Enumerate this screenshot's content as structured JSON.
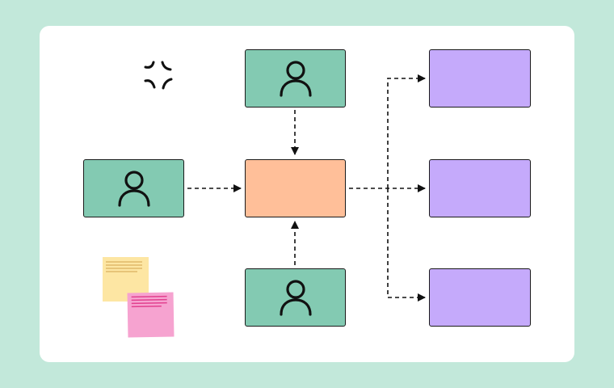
{
  "colors": {
    "background": "#c2e8da",
    "card": "#ffffff",
    "person_node": "#83cab2",
    "center_node": "#ffbf99",
    "output_node": "#c5aafb",
    "sticky_yellow": "#fde6a3",
    "sticky_yellow_lines": "#e0b96b",
    "sticky_pink": "#f6a3d0",
    "sticky_pink_lines": "#e2408f",
    "ink": "#111111"
  },
  "icons": {
    "person": "person-icon",
    "frustration": "frustration-burst-icon"
  },
  "nodes": [
    {
      "id": "top-person",
      "kind": "person"
    },
    {
      "id": "left-person",
      "kind": "person"
    },
    {
      "id": "bottom-person",
      "kind": "person"
    },
    {
      "id": "center",
      "kind": "center"
    },
    {
      "id": "output-1",
      "kind": "output"
    },
    {
      "id": "output-2",
      "kind": "output"
    },
    {
      "id": "output-3",
      "kind": "output"
    }
  ],
  "edges": [
    {
      "from": "top-person",
      "to": "center",
      "style": "dashed"
    },
    {
      "from": "left-person",
      "to": "center",
      "style": "dashed"
    },
    {
      "from": "bottom-person",
      "to": "center",
      "style": "dashed"
    },
    {
      "from": "center",
      "to": "output-1",
      "style": "dashed"
    },
    {
      "from": "center",
      "to": "output-2",
      "style": "dashed"
    },
    {
      "from": "center",
      "to": "output-3",
      "style": "dashed"
    }
  ],
  "sticky_notes": [
    {
      "color": "yellow",
      "line_count": 4
    },
    {
      "color": "pink",
      "line_count": 4
    }
  ]
}
